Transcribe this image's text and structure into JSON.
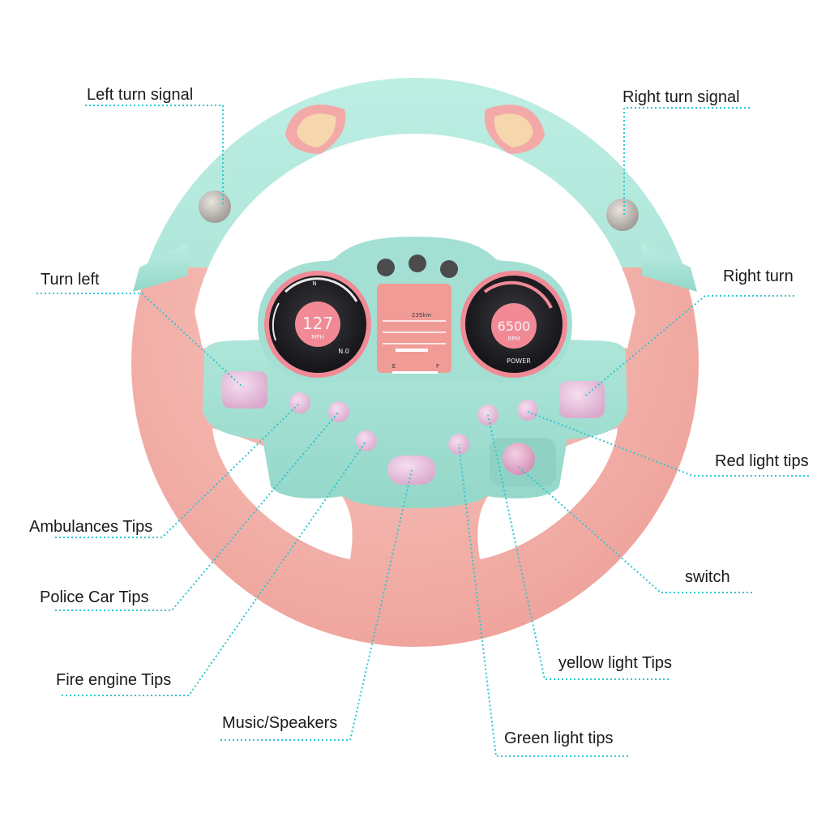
{
  "labels": {
    "left_turn_signal": "Left turn signal",
    "right_turn_signal": "Right turn signal",
    "turn_left": "Turn left",
    "right_turn": "Right turn",
    "red_light_tips": "Red light tips",
    "ambulances_tips": "Ambulances Tips",
    "switch": "switch",
    "police_car_tips": "Police Car Tips",
    "fire_engine_tips": "Fire engine Tips",
    "yellow_light_tips": "yellow light Tips",
    "music_speakers": "Music/Speakers",
    "green_light_tips": "Green light tips"
  },
  "dashboard": {
    "speed_value": "127",
    "speed_unit": "MPH",
    "rpm_value": "6500",
    "rpm_unit": "RPM",
    "distance": "235km",
    "power": "POWER",
    "gear_n": "N",
    "gear_no": "N.0",
    "fuel_e": "E",
    "fuel_f": "F"
  },
  "colors": {
    "wheel_pink": "#f3b3ac",
    "wheel_mint": "#a9e3d6",
    "button_lilac": "#e9c4e0",
    "leader_cyan": "#2ec7d0",
    "gauge_dark": "#1c1c20"
  }
}
